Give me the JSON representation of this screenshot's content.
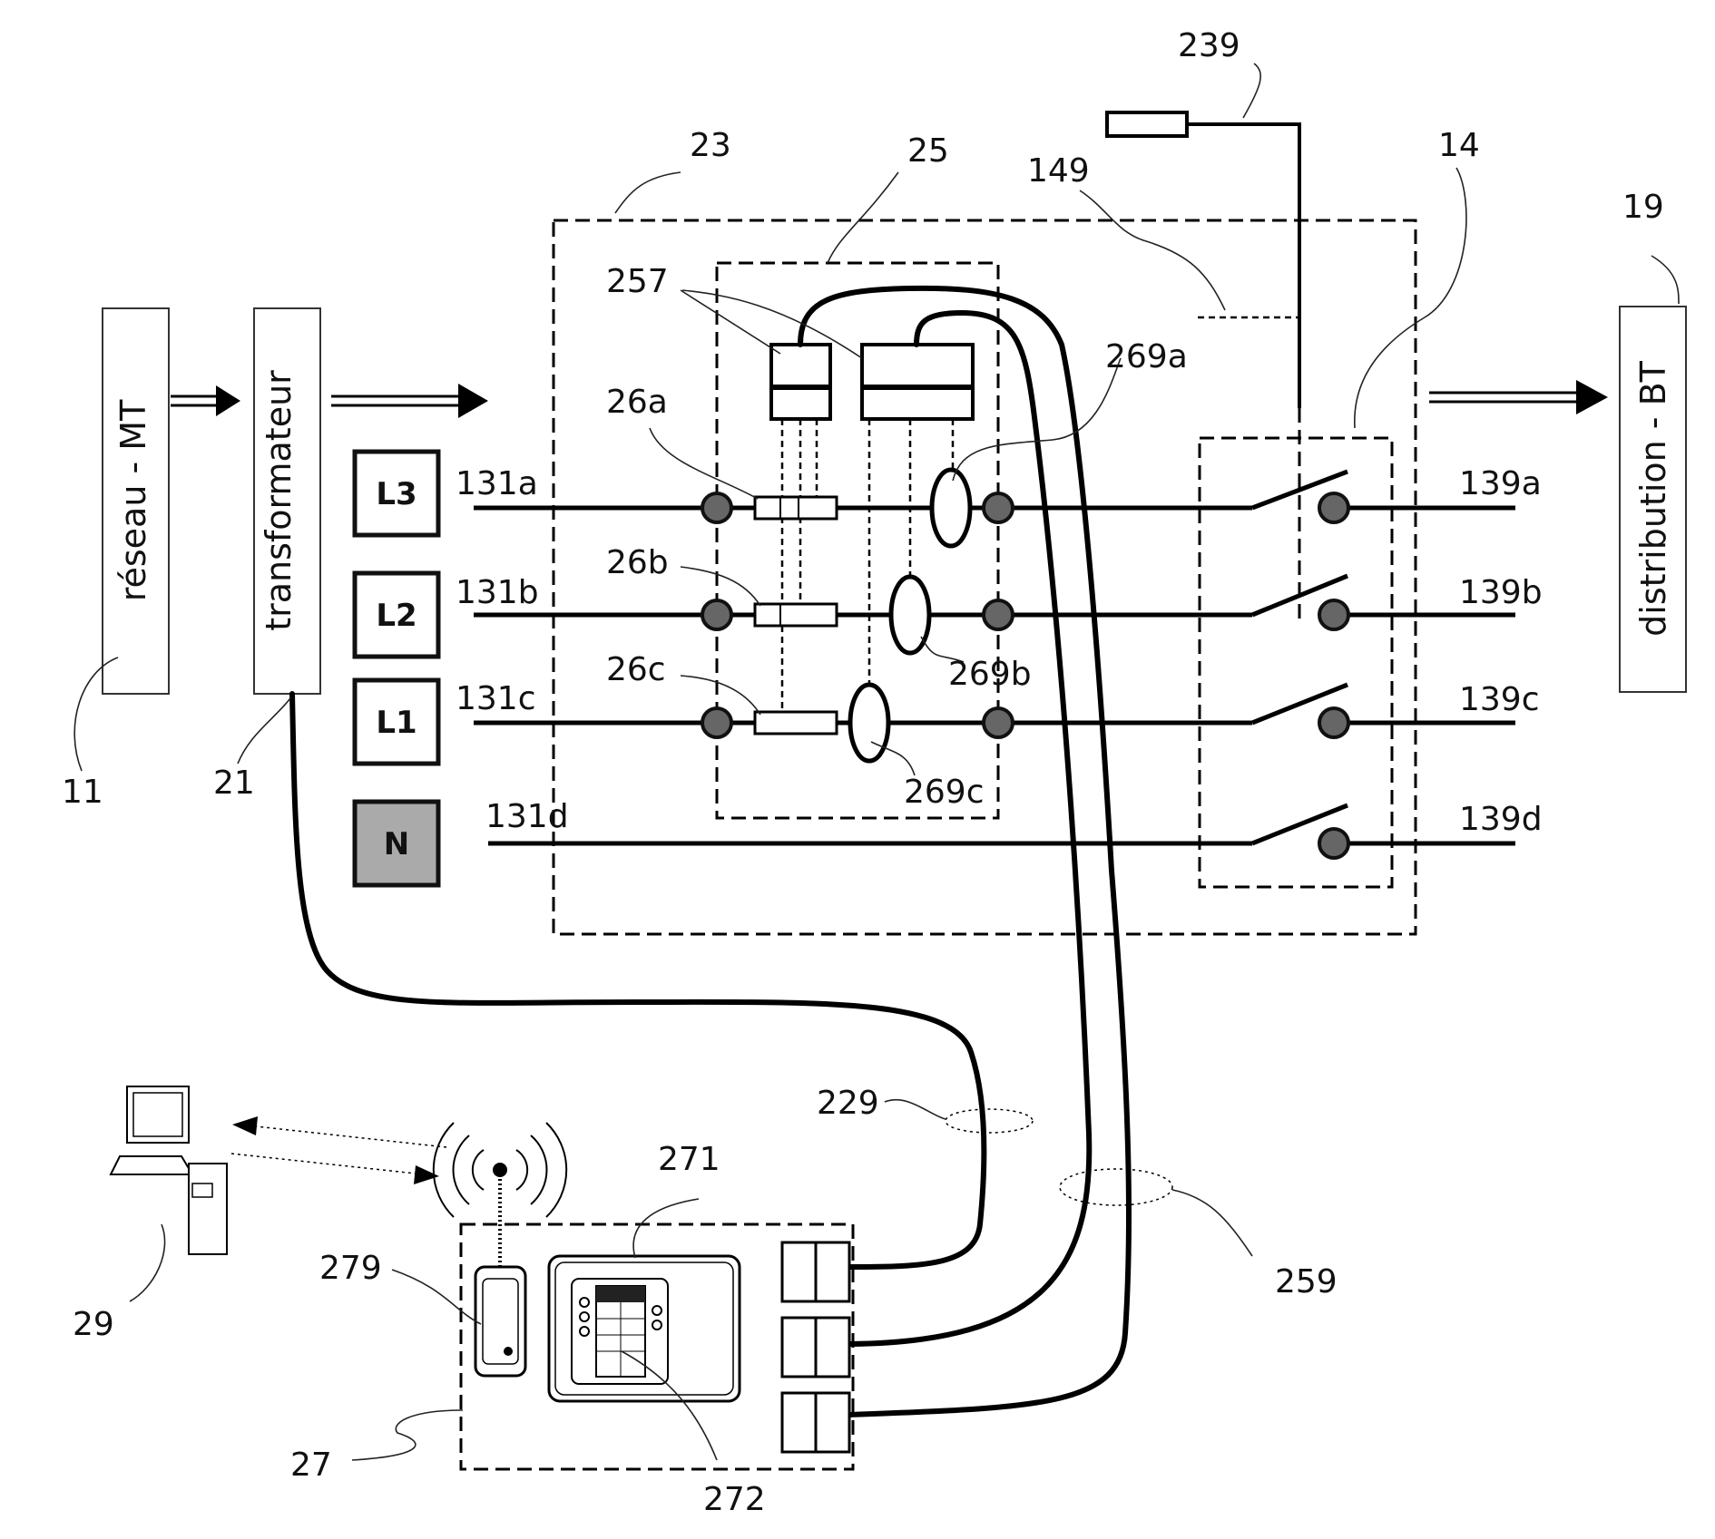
{
  "blocks": {
    "reseau": "réseau - MT",
    "transformateur": "transformateur",
    "distribution": "distribution - BT"
  },
  "phases": {
    "l3": "L3",
    "l2": "L2",
    "l1": "L1",
    "n": "N"
  },
  "refs": {
    "r11": "11",
    "r21": "21",
    "r23": "23",
    "r25": "25",
    "r149": "149",
    "r239": "239",
    "r14": "14",
    "r19": "19",
    "r257": "257",
    "r269a": "269a",
    "r269b": "269b",
    "r269c": "269c",
    "r26a": "26a",
    "r26b": "26b",
    "r26c": "26c",
    "r131a": "131a",
    "r131b": "131b",
    "r131c": "131c",
    "r131d": "131d",
    "r139a": "139a",
    "r139b": "139b",
    "r139c": "139c",
    "r139d": "139d",
    "r229": "229",
    "r259": "259",
    "r271": "271",
    "r272": "272",
    "r279": "279",
    "r27": "27",
    "r29": "29"
  },
  "colors": {
    "line": "#000000",
    "node_fill": "#666666",
    "neutral_fill": "#aaaaaa"
  }
}
